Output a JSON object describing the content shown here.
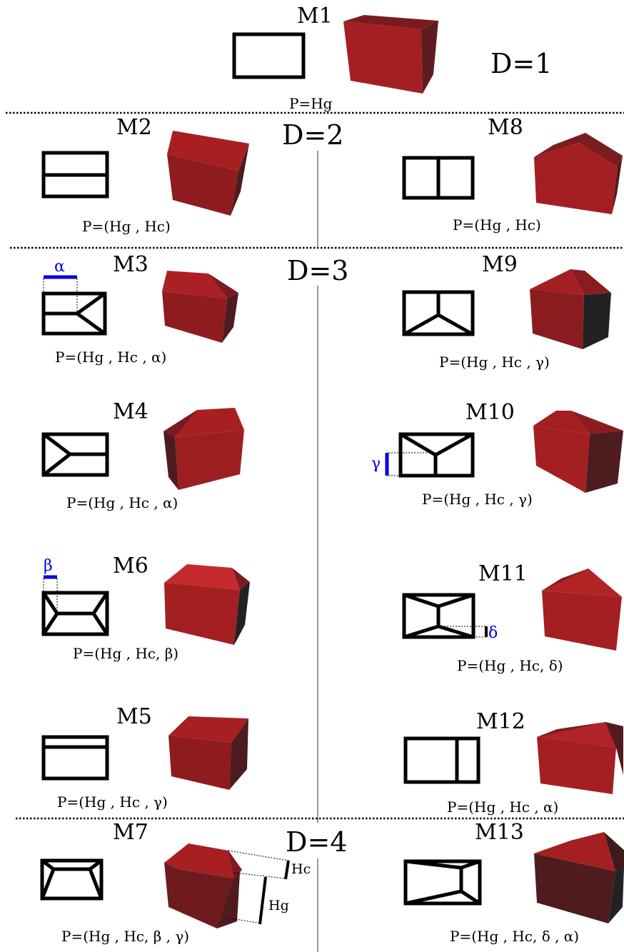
{
  "colors": {
    "roof": "#a81f22",
    "wall": "#8e1b1e",
    "wall_dark": "#4e1c1e",
    "shade": "#222222",
    "accent": "#0000dd"
  },
  "sections": {
    "d1": "D=1",
    "d2": "D=2",
    "d3": "D=3",
    "d4": "D=4"
  },
  "models": {
    "m1": {
      "name": "M1",
      "params": "P=Hg"
    },
    "m2": {
      "name": "M2",
      "params": "P=(Hg , Hc)"
    },
    "m8": {
      "name": "M8",
      "params": "P=(Hg , Hc)"
    },
    "m3": {
      "name": "M3",
      "params": "P=(Hg , Hc , α)"
    },
    "m9": {
      "name": "M9",
      "params": "P=(Hg , Hc , γ)"
    },
    "m4": {
      "name": "M4",
      "params": "P=(Hg , Hc , α)"
    },
    "m10": {
      "name": "M10",
      "params": "P=(Hg , Hc , γ)"
    },
    "m6": {
      "name": "M6",
      "params": "P=(Hg , Hc, β)"
    },
    "m11": {
      "name": "M11",
      "params": "P=(Hg , Hc, δ)"
    },
    "m5": {
      "name": "M5",
      "params": "P=(Hg , Hc , γ)"
    },
    "m12": {
      "name": "M12",
      "params": "P=(Hg , Hc , α)"
    },
    "m7": {
      "name": "M7",
      "params": "P=(Hg , Hc, β , γ)"
    },
    "m13": {
      "name": "M13",
      "params": "P=(Hg , Hc, δ , α)"
    }
  },
  "annotations": {
    "alpha": "α",
    "beta": "β",
    "gamma": "γ",
    "delta": "δ",
    "hc": "Hc",
    "hg": "Hg"
  }
}
